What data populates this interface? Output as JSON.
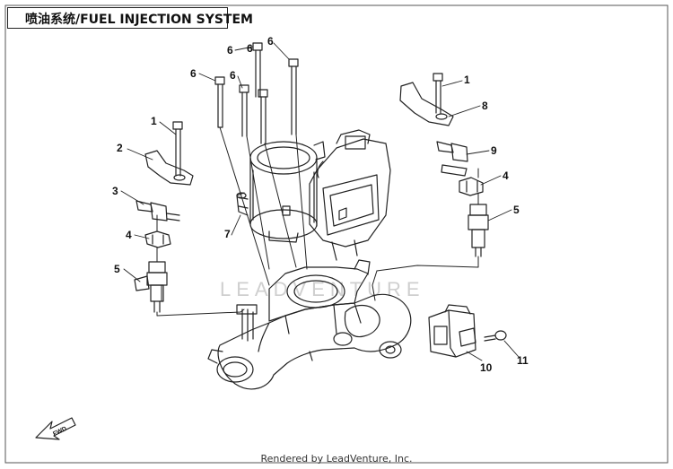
{
  "header": {
    "title": "喷油系统/FUEL INJECTION SYSTEM"
  },
  "watermark": {
    "text": "LEADVENTURE"
  },
  "direction_arrow": {
    "label": "FWD"
  },
  "callouts": [
    "1",
    "2",
    "3",
    "4",
    "5",
    "6",
    "6",
    "6",
    "6",
    "6",
    "7",
    "1",
    "8",
    "9",
    "4",
    "5",
    "10",
    "11"
  ],
  "footer": {
    "text": "Rendered by LeadVenture, Inc."
  }
}
